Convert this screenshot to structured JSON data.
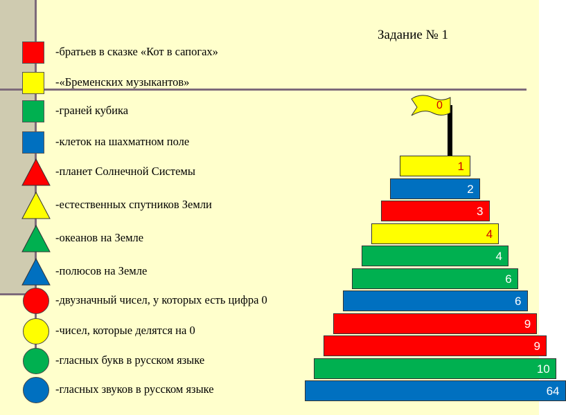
{
  "title": "Задание № 1",
  "colors": {
    "red": "#ff0000",
    "yellow": "#ffff00",
    "green": "#00b050",
    "blue": "#0070c0",
    "background": "#ffffcc"
  },
  "legend": [
    {
      "shape": "square",
      "color": "red",
      "label": "-братьев в сказке «Кот в сапогах»"
    },
    {
      "shape": "square",
      "color": "yellow",
      "label": "-«Бременских музыкантов»"
    },
    {
      "shape": "square",
      "color": "green",
      "label": "-граней кубика"
    },
    {
      "shape": "square",
      "color": "blue",
      "label": "-клеток на шахматном поле"
    },
    {
      "shape": "triangle",
      "color": "red",
      "label": "-планет Солнечной Системы"
    },
    {
      "shape": "triangle",
      "color": "yellow",
      "label": "-естественных спутников Земли"
    },
    {
      "shape": "triangle",
      "color": "green",
      "label": "-океанов на Земле"
    },
    {
      "shape": "triangle",
      "color": "blue",
      "label": "-полюсов на Земле"
    },
    {
      "shape": "circle",
      "color": "red",
      "label": "-двузначный чисел, у которых есть цифра 0"
    },
    {
      "shape": "circle",
      "color": "yellow",
      "label": "-чисел, которые делятся на 0"
    },
    {
      "shape": "circle",
      "color": "green",
      "label": "-гласных букв в русском языке"
    },
    {
      "shape": "circle",
      "color": "blue",
      "label": "-гласных звуков в русском языке"
    }
  ],
  "flag_value": "0",
  "tower": [
    {
      "value": "1",
      "color": "yellow"
    },
    {
      "value": "2",
      "color": "blue"
    },
    {
      "value": "3",
      "color": "red"
    },
    {
      "value": "4",
      "color": "yellow"
    },
    {
      "value": "4",
      "color": "green"
    },
    {
      "value": "6",
      "color": "green"
    },
    {
      "value": "6",
      "color": "blue"
    },
    {
      "value": "9",
      "color": "red"
    },
    {
      "value": "9",
      "color": "red"
    },
    {
      "value": "10",
      "color": "green"
    },
    {
      "value": "64",
      "color": "blue"
    }
  ]
}
